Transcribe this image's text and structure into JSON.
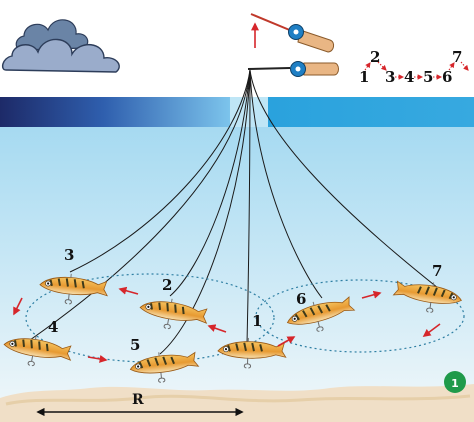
{
  "sequence": {
    "n1": "1",
    "n2": "2",
    "n3": "3",
    "n4": "4",
    "n5": "5",
    "n6": "6",
    "n7": "7"
  },
  "lure_labels": {
    "l1": "1",
    "l2": "2",
    "l3": "3",
    "l4": "4",
    "l5": "5",
    "l6": "6",
    "l7": "7"
  },
  "distance_label": "R",
  "figure_badge": "1",
  "colors": {
    "water_top": "#a9dcf2",
    "water_bottom": "#f3f9fb",
    "ice_band_dark": "#1e2f6e",
    "ice_band_light": "#31a6de",
    "arrow_red": "#d6262b",
    "path_dotted": "#2f7fa3",
    "lure_body": "#e8a33a",
    "badge_green": "#1f9a4a"
  }
}
